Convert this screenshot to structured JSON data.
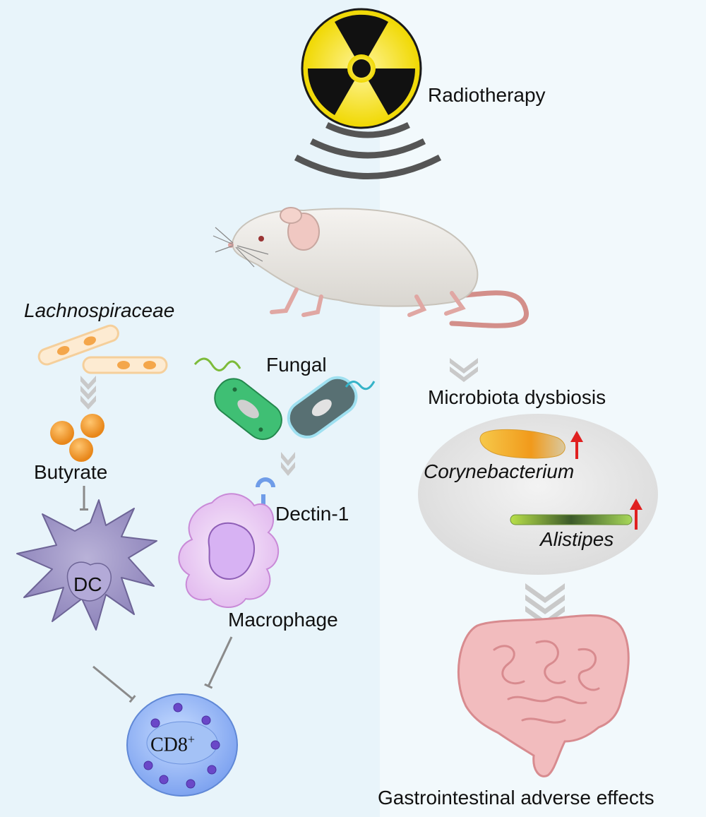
{
  "labels": {
    "radiotherapy": "Radiotherapy",
    "lachnospiraceae": "Lachnospiraceae",
    "fungal": "Fungal",
    "butyrate": "Butyrate",
    "dectin1": "Dectin-1",
    "dc": "DC",
    "macrophage": "Macrophage",
    "cd8_base": "CD8",
    "cd8_sup": "+",
    "microbiota_dysbiosis": "Microbiota dysbiosis",
    "corynebacterium": "Corynebacterium",
    "alistipes": "Alistipes",
    "gi_effects": "Gastrointestinal adverse effects"
  },
  "colors": {
    "left_panel": "#e8f4fa",
    "right_panel": "#f2f9fc",
    "radiation_yellow": "#f7e84a",
    "up_arrow": "#e02020",
    "inhibition_line": "#8a8a8a"
  }
}
